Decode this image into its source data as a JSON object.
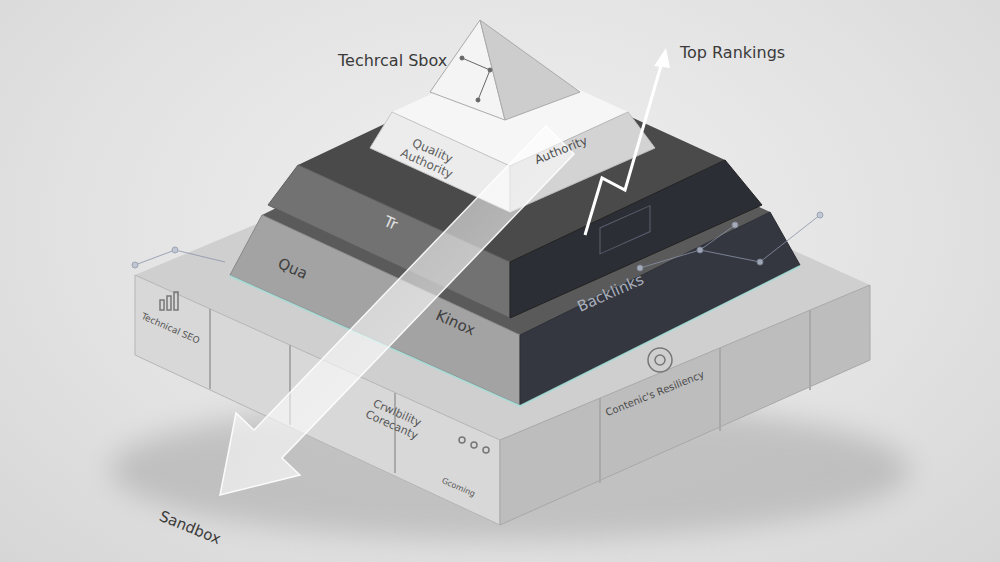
{
  "diagram": {
    "nodes": [
      {
        "text": [
          "Quality Authority",
          "Authority"
        ]
      },
      {
        "text": [
          "Tr"
        ]
      },
      {
        "text": [
          "Qua",
          "Kinox",
          "Backlinks"
        ]
      },
      {
        "text": [
          "Technical SEO"
        ]
      },
      {
        "text": [
          "Crwlbility Corecanty"
        ]
      },
      {
        "text": [
          "Contenic's Resiliency"
        ]
      },
      {
        "text": [
          "Gcoming"
        ]
      }
    ],
    "labels": [
      "Techrcal Sbox",
      "Top Rankings",
      "Sandbox"
    ]
  }
}
